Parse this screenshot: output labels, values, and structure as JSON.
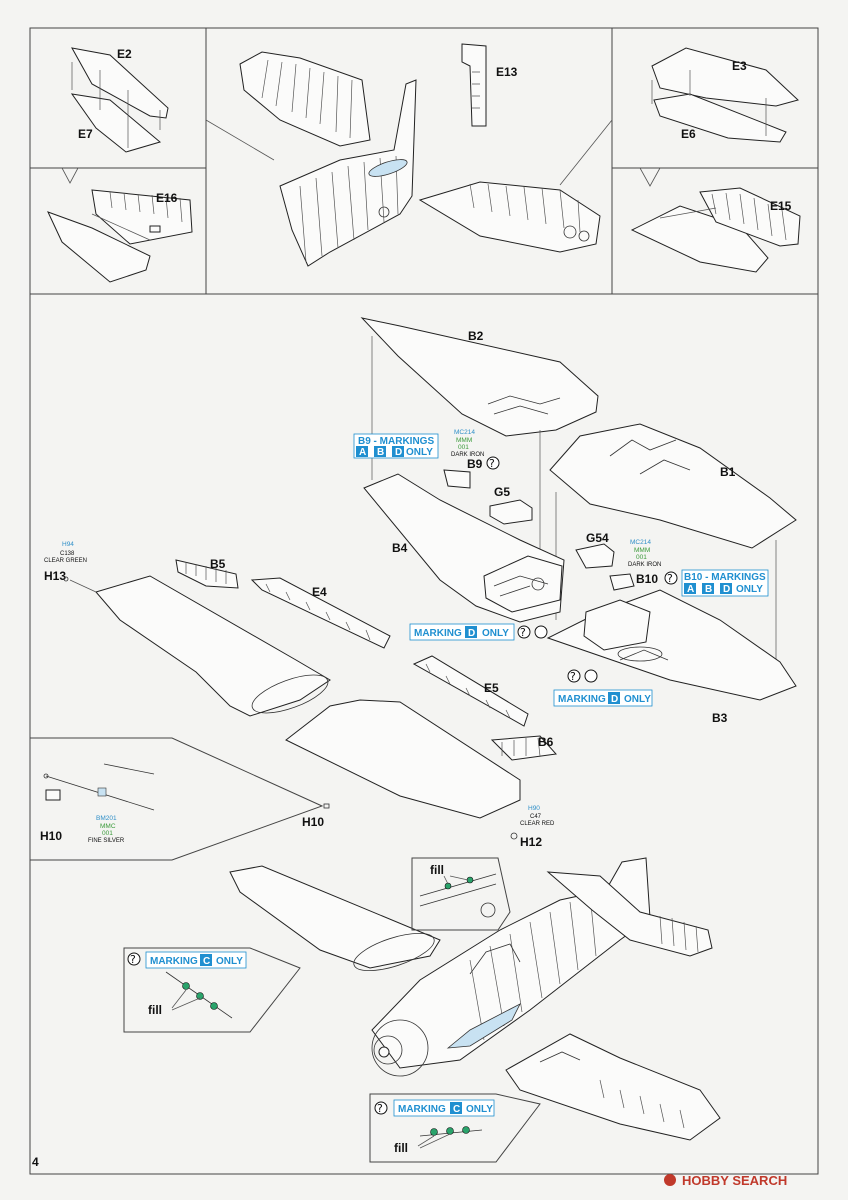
{
  "page_number": "4",
  "watermark": "HOBBY SEARCH",
  "parts": {
    "E2": "E2",
    "E7": "E7",
    "E13": "E13",
    "E3": "E3",
    "E6": "E6",
    "E16": "E16",
    "E15": "E15",
    "B2": "B2",
    "B1": "B1",
    "B3": "B3",
    "B4": "B4",
    "B5": "B5",
    "B6": "B6",
    "B9": "B9",
    "B10": "B10",
    "E4": "E4",
    "E5": "E5",
    "G5": "G5",
    "G54": "G54",
    "H10": "H10",
    "H12": "H12",
    "H13": "H13"
  },
  "paints": {
    "h94": "H94",
    "c138": "C138",
    "clear_green": "CLEAR GREEN",
    "mc214": "MC214",
    "mmm": "MMM",
    "n001": "001",
    "dark_iron": "DARK IRON",
    "bm201": "BM201",
    "mmc": "MMC",
    "fine_silver": "FINE SILVER",
    "h90": "H90",
    "c47": "C47",
    "clear_red": "CLEAR RED"
  },
  "markings": {
    "b9_title": "B9 - MARKINGS",
    "b10_title": "B10 - MARKINGS",
    "marking": "MARKING",
    "markings_word": "MARKINGS",
    "only": "ONLY",
    "letter_a": "A",
    "letter_b": "B",
    "letter_c": "C",
    "letter_d": "D",
    "comma": ","
  },
  "notes": {
    "fill": "fill",
    "question": "?"
  },
  "colors": {
    "accent_blue": "#1f8fd0",
    "paint_green": "#3a9a3a",
    "canopy_blue": "#c8e2f2",
    "fill_green": "#2aa36b"
  }
}
